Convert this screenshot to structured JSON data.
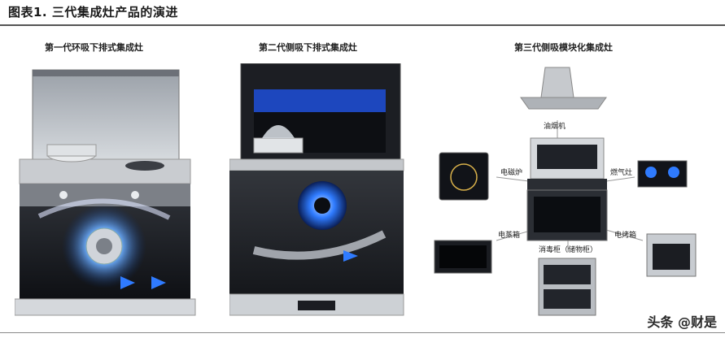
{
  "figure": {
    "title": "图表1. 三代集成灶产品的演进",
    "watermark": "头条 @财是"
  },
  "panels": [
    {
      "title": "第一代环吸下排式集成灶"
    },
    {
      "title": "第二代侧吸下排式集成灶"
    },
    {
      "title": "第三代侧吸模块化集成灶"
    }
  ],
  "modules": {
    "hood": "油烟机",
    "induction": "电磁炉",
    "gas_stove": "燃气灶",
    "steamer": "电蒸箱",
    "oven": "电烤箱",
    "sterilizer": "消毒柜（储物柜）"
  },
  "colors": {
    "blue_glow": "#2f7bff",
    "steel": "#b8bcc2",
    "dark": "#1b1d22"
  }
}
